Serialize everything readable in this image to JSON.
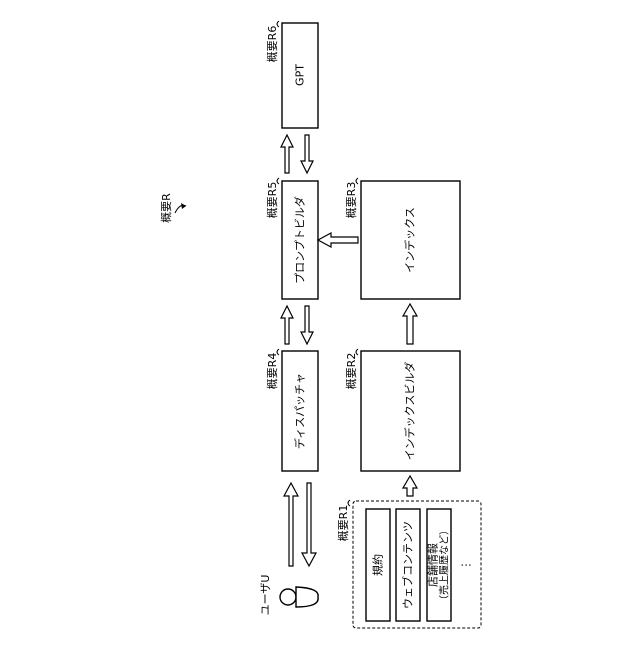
{
  "figure": {
    "overview_label": "概要R",
    "blocks": {
      "r1": {
        "ref": "概要R1"
      },
      "r2": {
        "ref": "概要R2",
        "text": "インデックスビルダ"
      },
      "r3": {
        "ref": "概要R3",
        "text": "インデックス"
      },
      "r4": {
        "ref": "概要R4",
        "text": "ディスパッチャ"
      },
      "r5": {
        "ref": "概要R5",
        "text": "プロンプトビルダ"
      },
      "r6": {
        "ref": "概要R6",
        "text": "GPT"
      }
    },
    "sources": {
      "terms": "規約",
      "web_content": "ウェブコンテンツ",
      "store_info": "店舗情報",
      "store_info_sub": "（売上履歴など）",
      "ellipsis": "⋮"
    },
    "user_label": "ユーザU"
  }
}
